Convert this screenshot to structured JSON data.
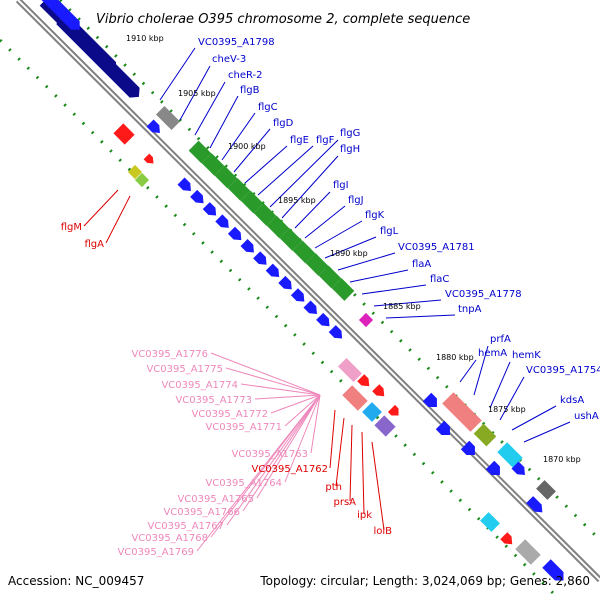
{
  "title": "Vibrio cholerae O395 chromosome 2, complete sequence",
  "footer": {
    "accession": "Accession: NC_009457",
    "topology": "Topology: circular; Length: 3,024,069 bp; Genes: 2,860"
  },
  "kbp_ticks": [
    {
      "label": "1910 kbp"
    },
    {
      "label": "1905 kbp"
    },
    {
      "label": "1900 kbp"
    },
    {
      "label": "1895 kbp"
    },
    {
      "label": "1890 kbp"
    },
    {
      "label": "1885 kbp"
    },
    {
      "label": "1880 kbp"
    },
    {
      "label": "1875 kbp"
    },
    {
      "label": "1870 kbp"
    }
  ],
  "labels_blue": [
    "VC0395_A1798",
    "cheV-3",
    "cheR-2",
    "flgB",
    "flgC",
    "flgD",
    "flgE",
    "flgF",
    "flgG",
    "flgH",
    "flgI",
    "flgJ",
    "flgK",
    "flgL",
    "VC0395_A1781",
    "flaA",
    "flaC",
    "VC0395_A1778",
    "tnpA",
    "hemA",
    "prfA",
    "hemK",
    "VC0395_A1754",
    "kdsA",
    "ushA"
  ],
  "labels_red": [
    "flgM",
    "flgA",
    "VC0395_A1762",
    "pth",
    "prsA",
    "ipk",
    "lolB"
  ],
  "labels_pink": [
    "VC0395_A1776",
    "VC0395_A1775",
    "VC0395_A1774",
    "VC0395_A1773",
    "VC0395_A1772",
    "VC0395_A1771",
    "VC0395_A1763",
    "VC0395_A1764",
    "VC0395_A1765",
    "VC0395_A1766",
    "VC0395_A1767",
    "VC0395_A1768",
    "VC0395_A1769"
  ],
  "colors": {
    "blue_gene": "#1a1aff",
    "navy_gene": "#0b0b8a",
    "green_gene": "#2a9a2a",
    "red_gene": "#ff1a1a",
    "pink_gene": "#f0a0c8",
    "backbone": "#808080",
    "tick_green": "#1a8a1a",
    "label_blue": "#0000cc",
    "label_red": "#dd0000",
    "label_pink": "#ee88bb"
  }
}
